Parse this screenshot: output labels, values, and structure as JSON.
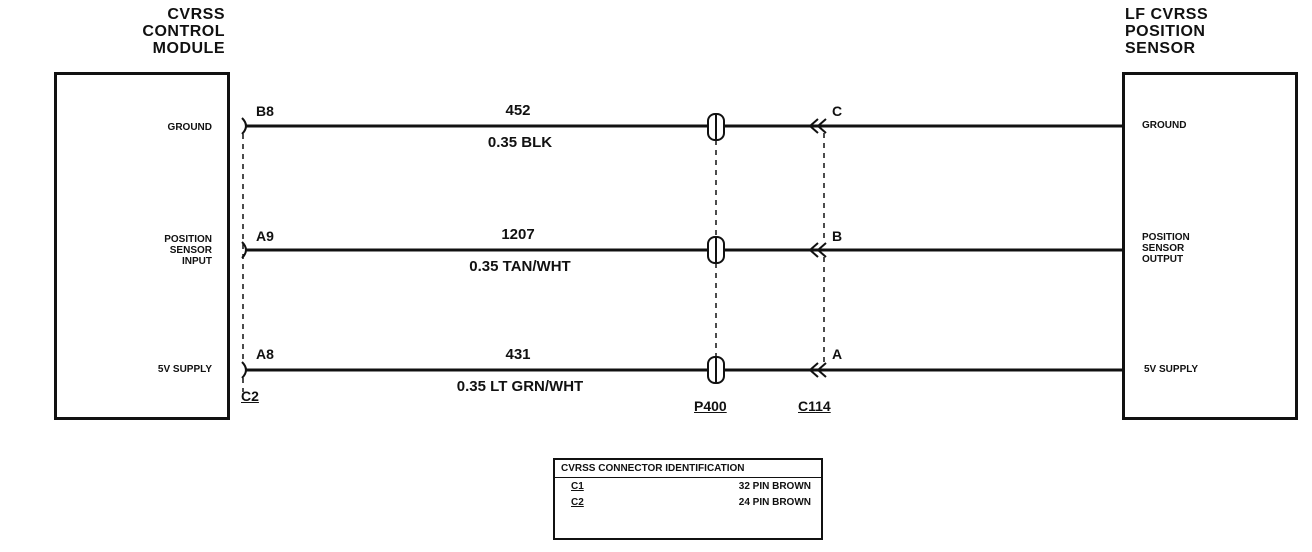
{
  "left_component": {
    "title_lines": [
      "CVRSS",
      "CONTROL",
      "MODULE"
    ],
    "pins": {
      "ground": "GROUND",
      "position_input": [
        "POSITION",
        "SENSOR",
        "INPUT"
      ],
      "supply": "5V SUPPLY"
    },
    "connector_label": "C2"
  },
  "right_component": {
    "title_lines": [
      "LF CVRSS",
      "POSITION",
      "SENSOR"
    ],
    "pins": {
      "ground": "GROUND",
      "position_output": [
        "POSITION",
        "SENSOR",
        "OUTPUT"
      ],
      "supply": "5V SUPPLY"
    }
  },
  "circuits": [
    {
      "left_cavity": "B8",
      "circuit_number": "452",
      "wire": "0.35 BLK",
      "right_cavity": "C"
    },
    {
      "left_cavity": "A9",
      "circuit_number": "1207",
      "wire": "0.35 TAN/WHT",
      "right_cavity": "B"
    },
    {
      "left_cavity": "A8",
      "circuit_number": "431",
      "wire": "0.35 LT GRN/WHT",
      "right_cavity": "A"
    }
  ],
  "connectors": {
    "middle": "P400",
    "inline": "C114"
  },
  "connector_table": {
    "title": "CVRSS CONNECTOR IDENTIFICATION",
    "rows": [
      {
        "id": "C1",
        "desc": "32 PIN BROWN"
      },
      {
        "id": "C2",
        "desc": "24 PIN BROWN"
      }
    ]
  }
}
